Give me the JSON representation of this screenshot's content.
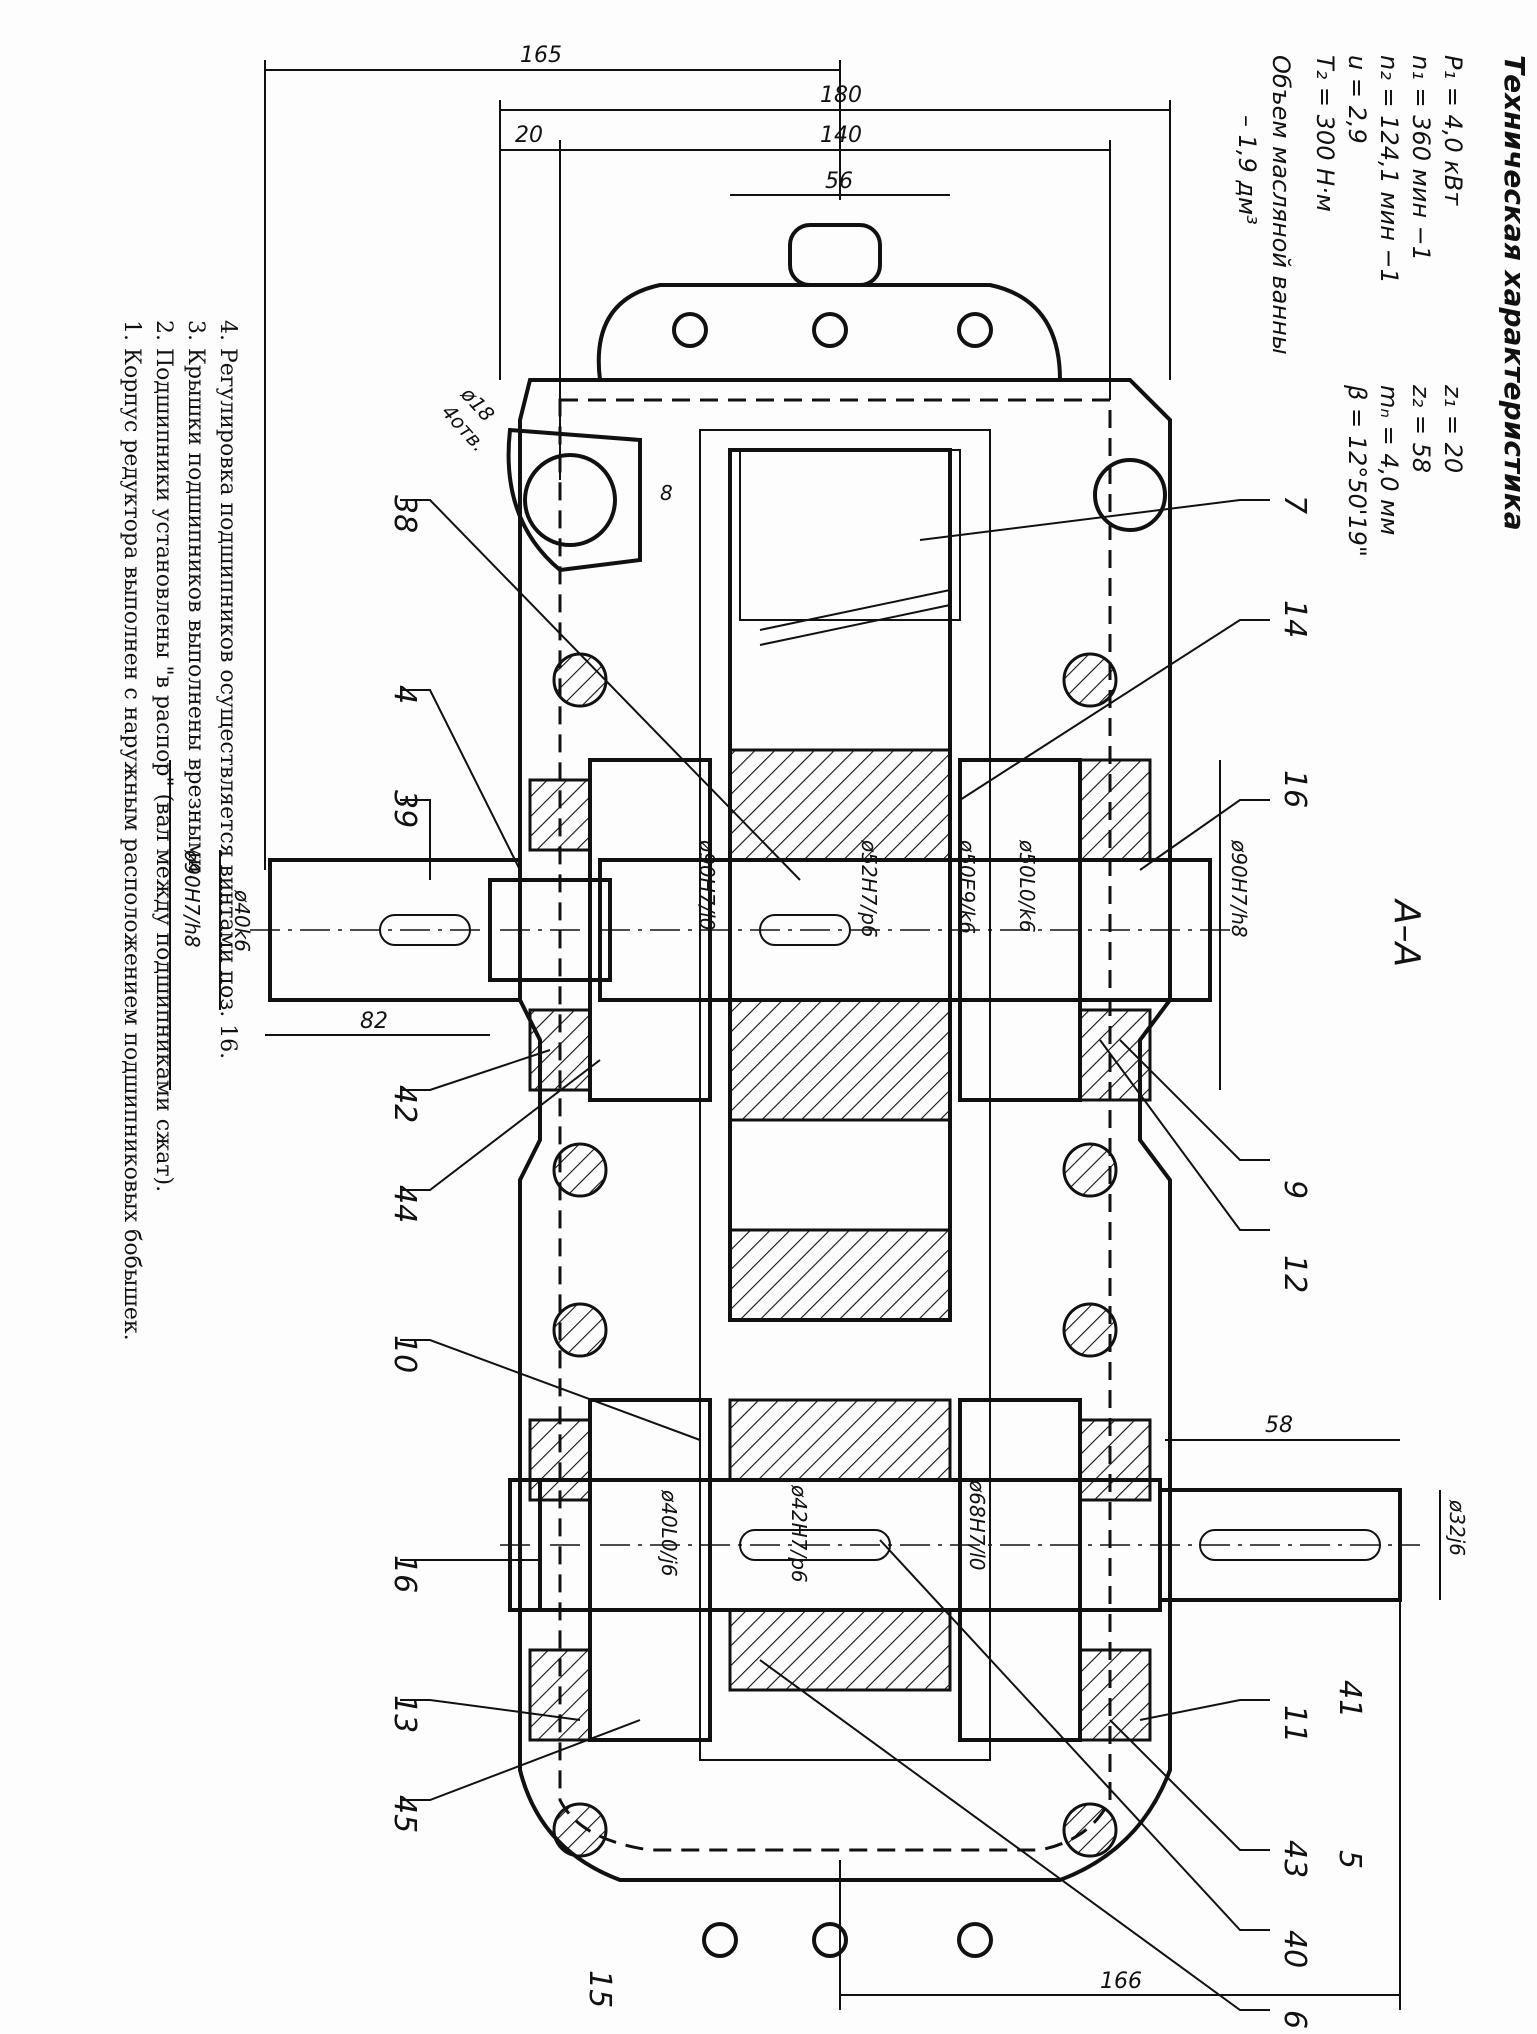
{
  "section_title": "А–А",
  "tech_spec": {
    "heading": "Техническая характеристика",
    "lines": [
      "P₁ = 4,0      кВт",
      "n₁ = 360      мин −1",
      "n₂ = 124,1   мин −1",
      "u = 2,9",
      "T₂ = 300     Н·м"
    ],
    "oil": "Объем масляной ванны",
    "oil_value": "– 1,9 дм³",
    "gear_params": [
      "z₁ = 20",
      "z₂ = 58",
      "mₙ = 4,0 мм",
      "β = 12°50'19\""
    ]
  },
  "notes": [
    "1. Корпус редуктора выполнен с наружным расположением подшипниковых бобышек.",
    "2. Подшипники установлены \"в распор\" (вал между подшипниками сжат).",
    "3. Крышки подшипников выполнены врезными.",
    "4. Регулировка подшипников осуществляется  винтами поз. 16."
  ],
  "dimensions": {
    "d165": "165",
    "d180": "180",
    "d20": "20",
    "d140": "140",
    "d56": "56",
    "d8": "8",
    "d82": "82",
    "d58": "58",
    "d166": "166",
    "hole": "ø18",
    "hole_count": "4отв.",
    "fits": [
      "ø90H7/h8",
      "ø40k6",
      "ø90H7/l0",
      "ø52H7/p6",
      "ø50E9/k6",
      "ø50L0/k6",
      "ø90H7/h8",
      "ø40L0/j6",
      "ø42H7/p6",
      "ø68H7/l0",
      "ø32j6"
    ]
  },
  "positions_left": [
    "38",
    "4",
    "39",
    "42",
    "44",
    "10",
    "16",
    "13",
    "45"
  ],
  "positions_right": [
    "7",
    "14",
    "16",
    "9",
    "12",
    "11",
    "43",
    "40",
    "6",
    "15",
    "41",
    "5"
  ]
}
